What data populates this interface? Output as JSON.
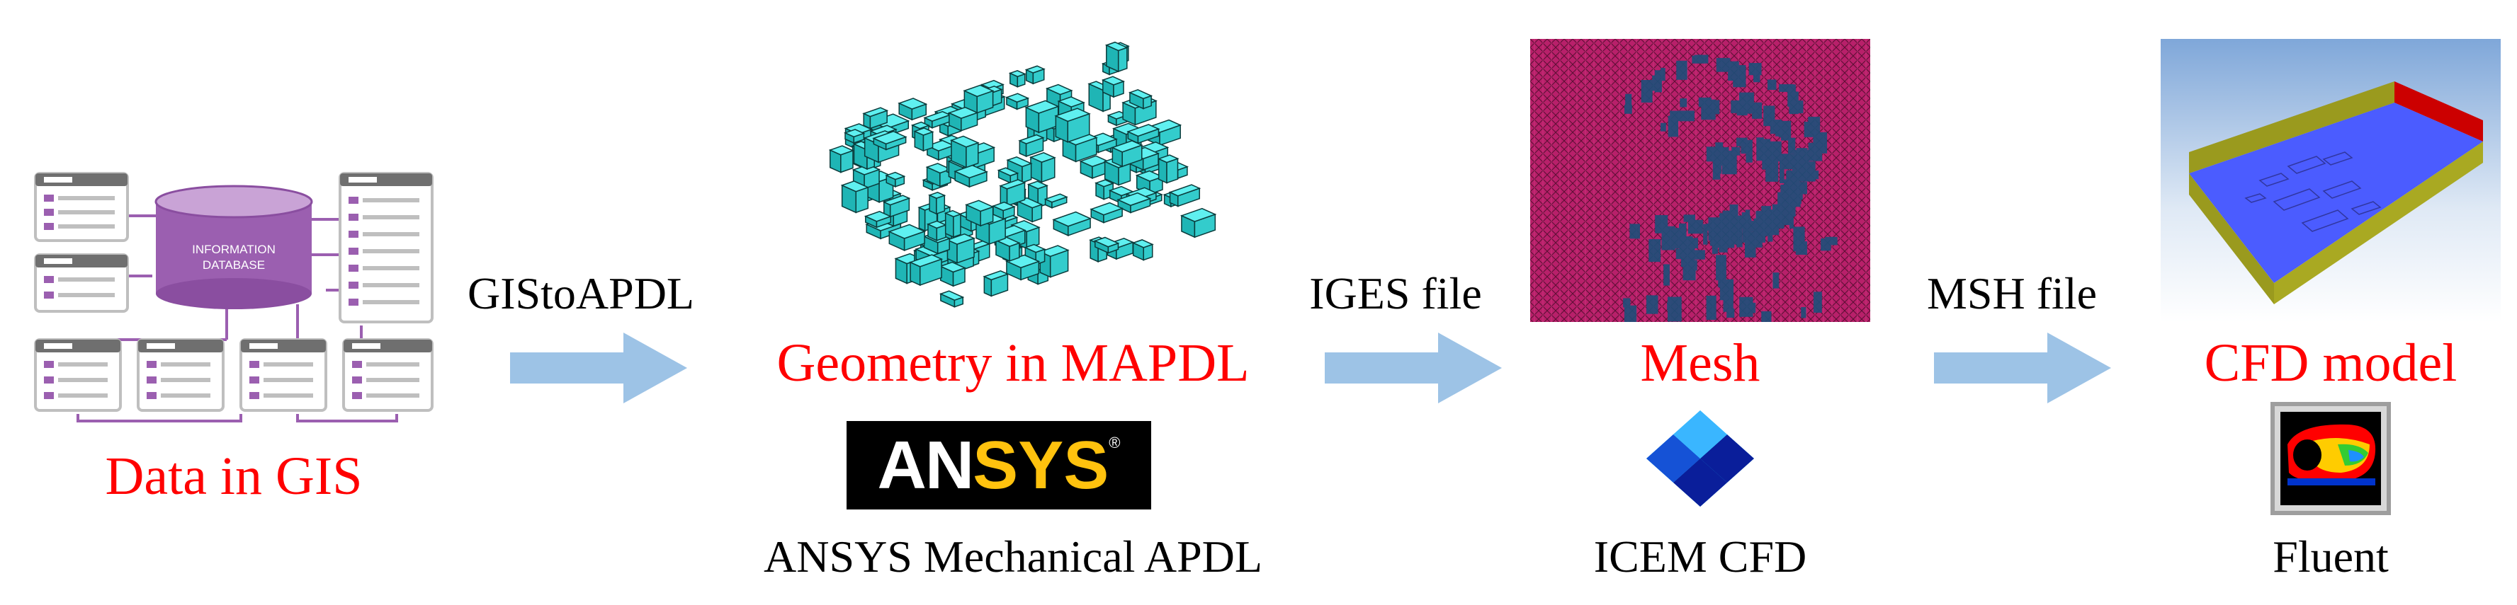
{
  "stages": {
    "gis": {
      "title": "Data in GIS",
      "db_label_1": "INFORMATION",
      "db_label_2": "DATABASE"
    },
    "geometry": {
      "title": "Geometry in MAPDL",
      "software": "ANSYS Mechanical APDL",
      "logo_text_a": "AN",
      "logo_text_b": "SYS",
      "logo_mark": "®"
    },
    "mesh": {
      "title": "Mesh",
      "software": "ICEM CFD"
    },
    "cfd": {
      "title": "CFD model",
      "software": "Fluent"
    }
  },
  "arrows": [
    {
      "label": "GIStoAPDL"
    },
    {
      "label": "IGES file"
    },
    {
      "label": "MSH file"
    }
  ],
  "colors": {
    "title_red": "#ff0000",
    "arrow_blue": "#9dc3e6",
    "db_purple": "#9b5fb0",
    "building_cyan": "#33cccc",
    "mesh_magenta": "#b8206a",
    "cfd_blue": "#4b5cff",
    "cfd_olive": "#9a9a1e",
    "cfd_red": "#cc0000",
    "ansys_yellow": "#ffc20e"
  }
}
